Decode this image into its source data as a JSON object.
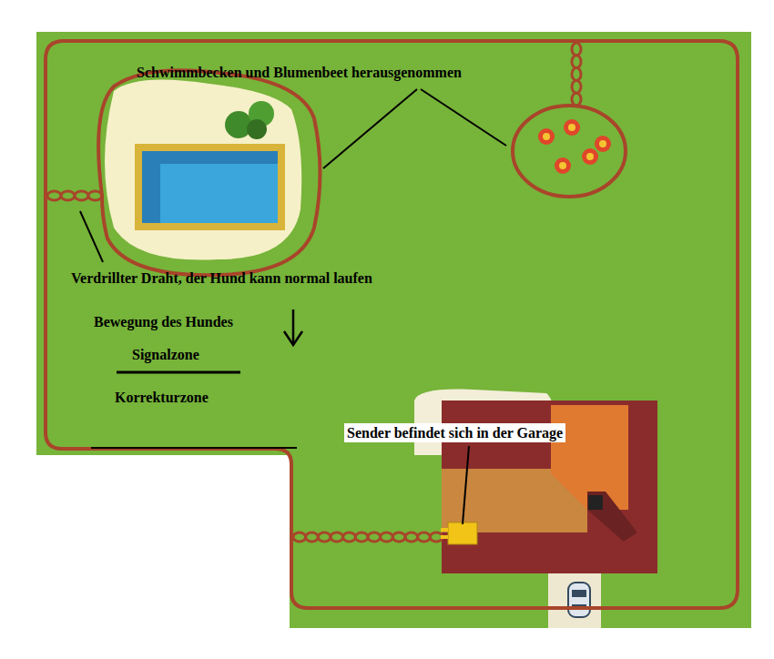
{
  "diagram": {
    "labels": [
      "Schwimmbecken und Blumenbeet herausgenommen",
      "Verdrillter Draht, der Hund kann normal laufen",
      "Bewegung des Hundes",
      "Signalzone",
      "Korrekturzone",
      "Sender befindet sich in der Garage"
    ]
  }
}
